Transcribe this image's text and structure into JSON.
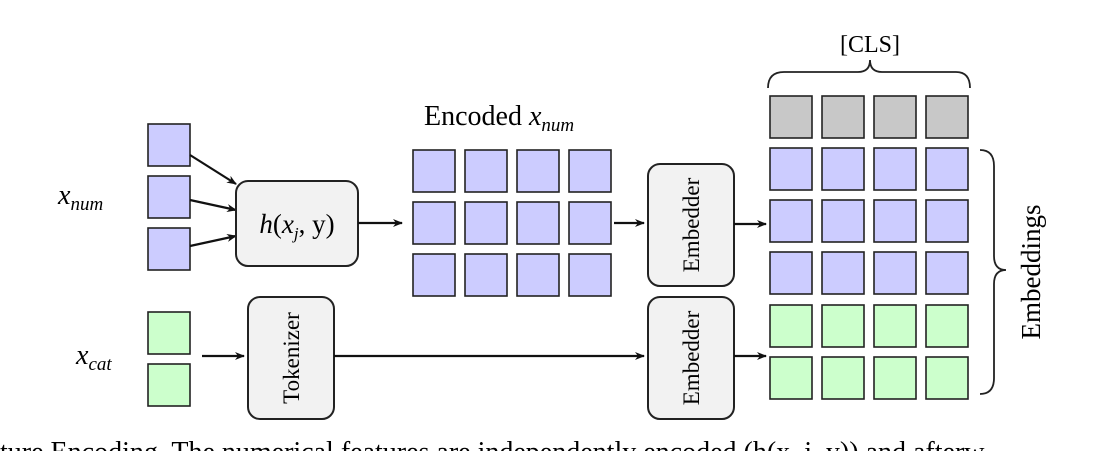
{
  "colors": {
    "num_fill": "#ccccff",
    "cat_fill": "#ccffcc",
    "cls_fill": "#c8c8c8",
    "box_fill": "#f2f2f2",
    "stroke": "#222222"
  },
  "labels": {
    "x_num_base": "x",
    "x_num_sub": "num",
    "x_cat_base": "x",
    "x_cat_sub": "cat",
    "h_box_h": "h",
    "h_box_args_open": "(",
    "h_box_xj_base": "x",
    "h_box_xj_sub": "j",
    "h_box_args_rest": ", y)",
    "encoded_text": "Encoded ",
    "encoded_base": "x",
    "encoded_sub": "num",
    "tokenizer": "Tokenizer",
    "embedder_top": "Embedder",
    "embedder_bottom": "Embedder",
    "cls": "[CLS]",
    "embeddings": "Embeddings",
    "caption": "ture Encoding. The numerical features are independently encoded (h(x_j, y)) and afterw"
  },
  "icons": [
    "arrow-right-icon",
    "brace-top-icon",
    "brace-right-icon"
  ]
}
